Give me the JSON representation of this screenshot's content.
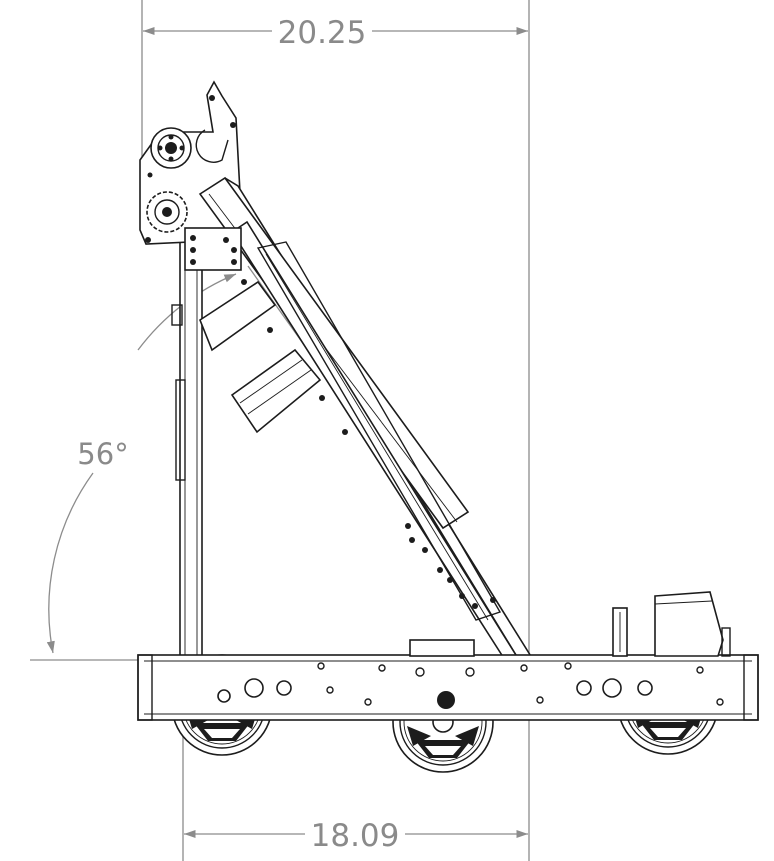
{
  "dimensions": {
    "top_width": "20.25",
    "bottom_width": "18.09",
    "angle": "56°"
  },
  "colors": {
    "line": "#1c1c1c",
    "dimension": "#8c8c8c",
    "background": "#ffffff"
  }
}
